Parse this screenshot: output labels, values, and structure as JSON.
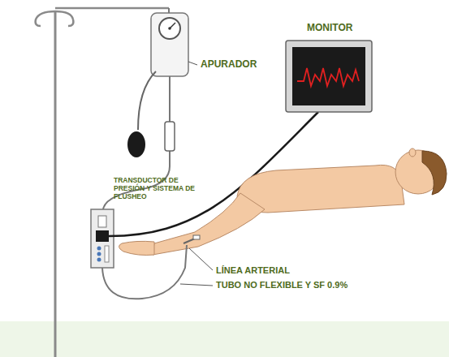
{
  "diagram": {
    "labels": [
      "APURADOR",
      "MONITOR",
      "TRANSDUCTOR DE PRESIÓN Y SISTEMA DE FLUSHEO",
      "LÍNEA ARTERIAL",
      "TUBO NO FLEXIBLE Y SF 0.9%"
    ]
  }
}
